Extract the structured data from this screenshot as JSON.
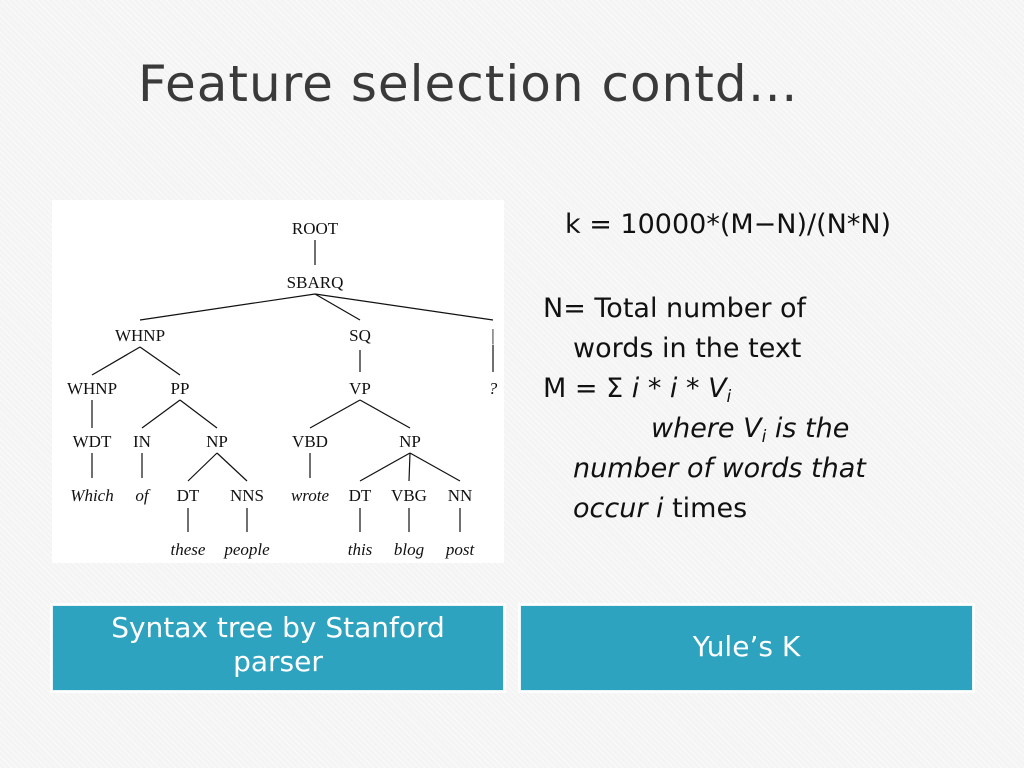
{
  "slide": {
    "title": "Feature selection contd…"
  },
  "tree": {
    "labels": {
      "root": "ROOT",
      "sbarq": "SBARQ",
      "whnp_top": "WHNP",
      "sq": "SQ",
      "punct_bar": "|",
      "whnp_inner": "WHNP",
      "pp": "PP",
      "vp": "VP",
      "punct_q": "?",
      "wdt": "WDT",
      "in": "IN",
      "np_pp": "NP",
      "vbd": "VBD",
      "np_vp": "NP",
      "w_which": "Which",
      "w_of": "of",
      "dt1": "DT",
      "nns": "NNS",
      "w_wrote": "wrote",
      "dt2": "DT",
      "vbg": "VBG",
      "nn": "NN",
      "w_these": "these",
      "w_people": "people",
      "w_this": "this",
      "w_blog": "blog",
      "w_post": "post"
    }
  },
  "yule": {
    "k_formula": "k = 10000*(M−N)/(N*N)",
    "n_def_1": "N= Total number of",
    "n_def_2": "words in the text",
    "m_prefix": "M = ",
    "sigma": "Σ",
    "m_expr": " i * i *  V",
    "m_sub": "i",
    "where_1": "where V",
    "where_sub": "i",
    "where_2": " is the",
    "number_line": "number of words that",
    "occur": "occur  i",
    "times": " times"
  },
  "captions": {
    "left": "Syntax tree by Stanford parser",
    "right": "Yule’s  K"
  },
  "colors": {
    "caption_background": "#2ea3bf",
    "title_text": "#3a3a3a"
  }
}
